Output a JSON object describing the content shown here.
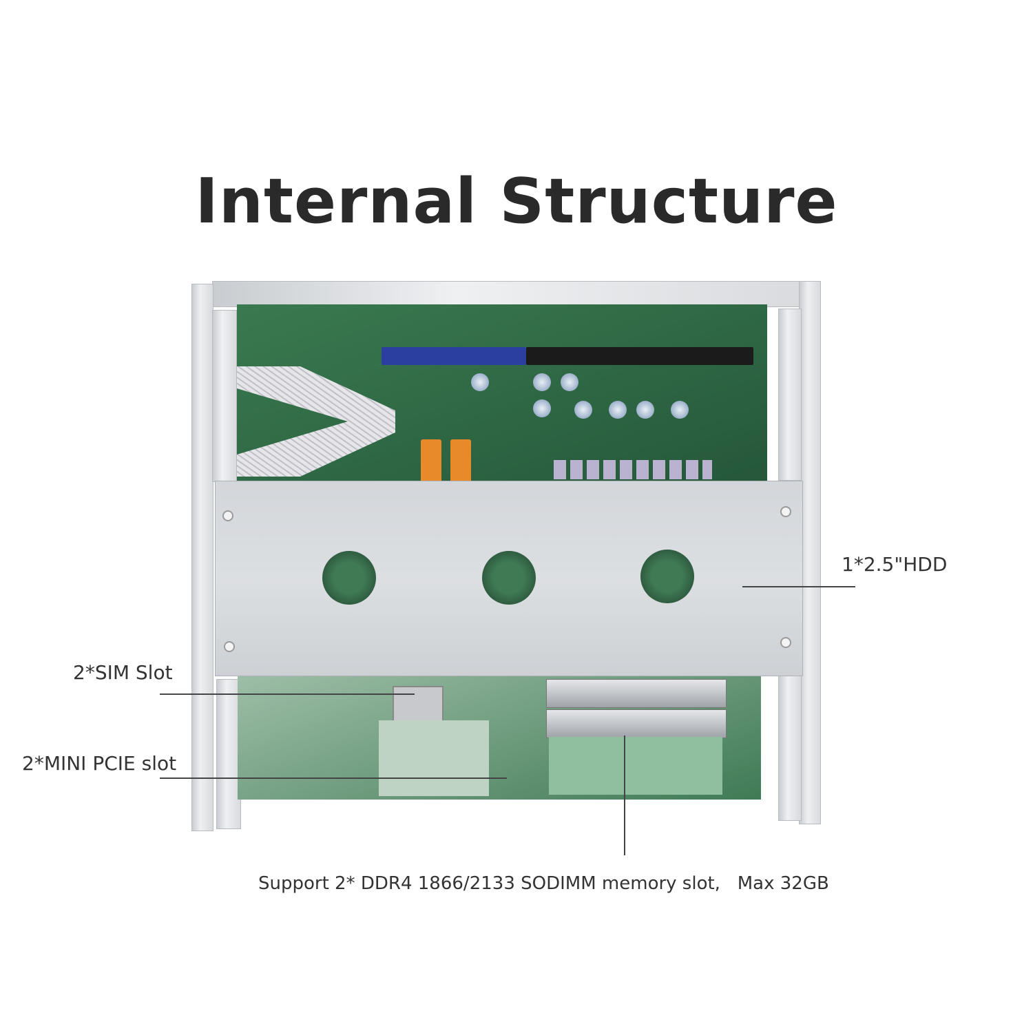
{
  "title": "Internal Structure",
  "callouts": {
    "hdd": "1*2.5\"HDD",
    "sim": "2*SIM Slot",
    "mini_pcie": "2*MINI PCIE slot",
    "memory": "Support 2* DDR4 1866/2133 SODIMM memory slot,   Max 32GB"
  },
  "colors": {
    "pcb": "#2f6b45",
    "chassis": "#d9dcdf",
    "pcie_slot": "#2b3fa0"
  }
}
